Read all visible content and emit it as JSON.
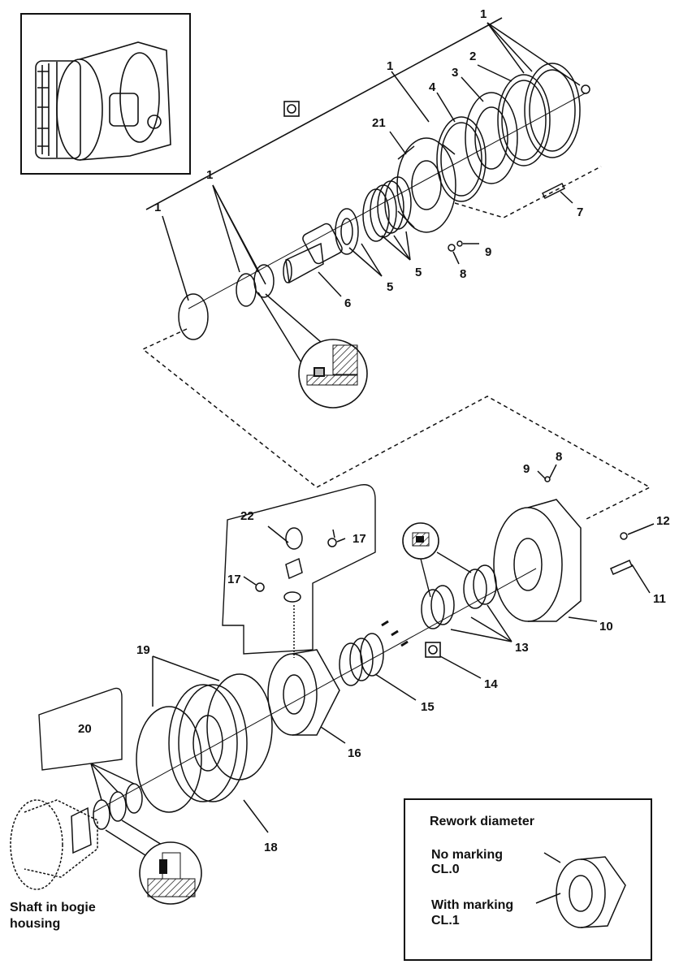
{
  "callouts": {
    "c1a": "1",
    "c1b": "1",
    "c1c": "1",
    "c1d": "1",
    "c2": "2",
    "c3": "3",
    "c4": "4",
    "c21": "21",
    "c5a": "5",
    "c5b": "5",
    "c6": "6",
    "c7": "7",
    "c8a": "8",
    "c9a": "9",
    "c8b": "8",
    "c9b": "9",
    "c10": "10",
    "c11": "11",
    "c12": "12",
    "c13": "13",
    "c14": "14",
    "c15": "15",
    "c16": "16",
    "c17a": "17",
    "c17b": "17",
    "c18": "18",
    "c19": "19",
    "c20": "20",
    "c22": "22"
  },
  "captions": {
    "shaft_line1": "Shaft in bogie",
    "shaft_line2": "housing"
  },
  "legend": {
    "title": "Rework diameter",
    "no_marking_line1": "No marking",
    "no_marking_line2": "CL.0",
    "with_marking_line1": "With marking",
    "with_marking_line2": "CL.1"
  },
  "colors": {
    "ink": "#111111",
    "paper": "#ffffff",
    "shade": "#bdbdbd"
  }
}
